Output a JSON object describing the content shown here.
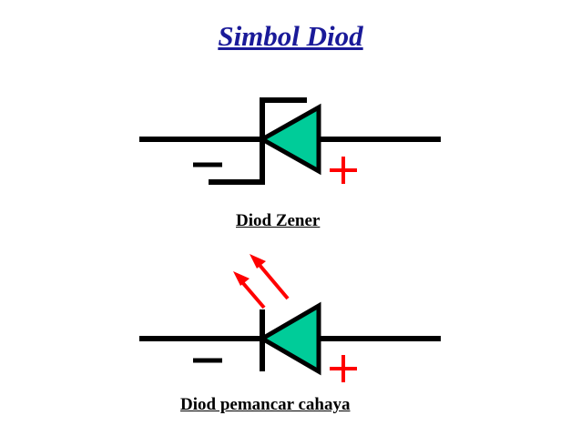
{
  "title": "Simbol Diod",
  "zener": {
    "label": "Diod Zener",
    "minus": "−",
    "plus": "+"
  },
  "led": {
    "label": "Diod pemancar cahaya",
    "minus": "−",
    "plus": "+"
  },
  "colors": {
    "title": "#1a1a99",
    "diode_fill": "#00cc99",
    "wire": "#000000",
    "plus": "#ff0000",
    "arrow": "#ff0000"
  }
}
